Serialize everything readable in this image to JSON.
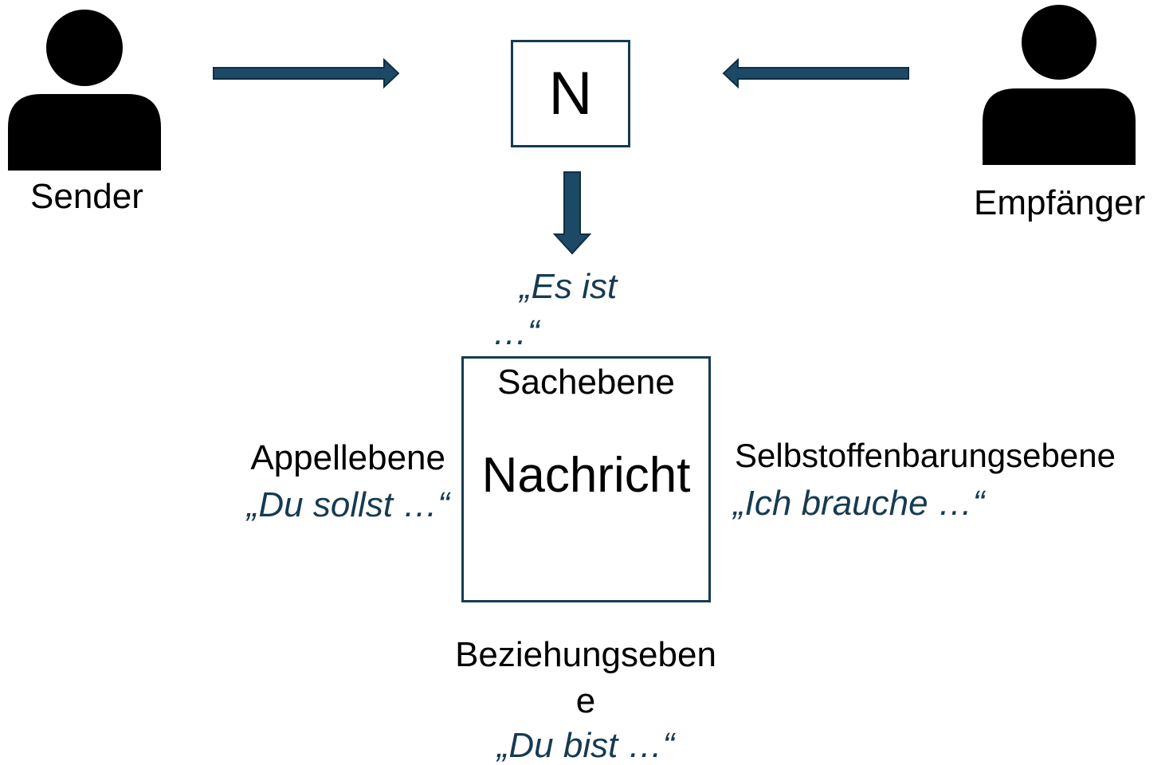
{
  "sender": {
    "label": "Sender",
    "icon": "person-icon"
  },
  "receiver": {
    "label": "Empfänger",
    "icon": "person-icon"
  },
  "message_box": {
    "letter": "N",
    "title": "Nachricht"
  },
  "arrow_color": "#1c4a66",
  "levels": {
    "sach": {
      "label": "Sachebene",
      "quote_line1": "„Es ist",
      "quote_line2": "…“"
    },
    "appell": {
      "label": "Appellebene",
      "quote": "„Du sollst …“"
    },
    "selbst": {
      "label": "Selbstoffenbarungsebene",
      "quote": "„Ich brauche …“"
    },
    "beziehung": {
      "label_line1": "Beziehungseben",
      "label_line2": "e",
      "quote": "„Du bist …“"
    }
  }
}
